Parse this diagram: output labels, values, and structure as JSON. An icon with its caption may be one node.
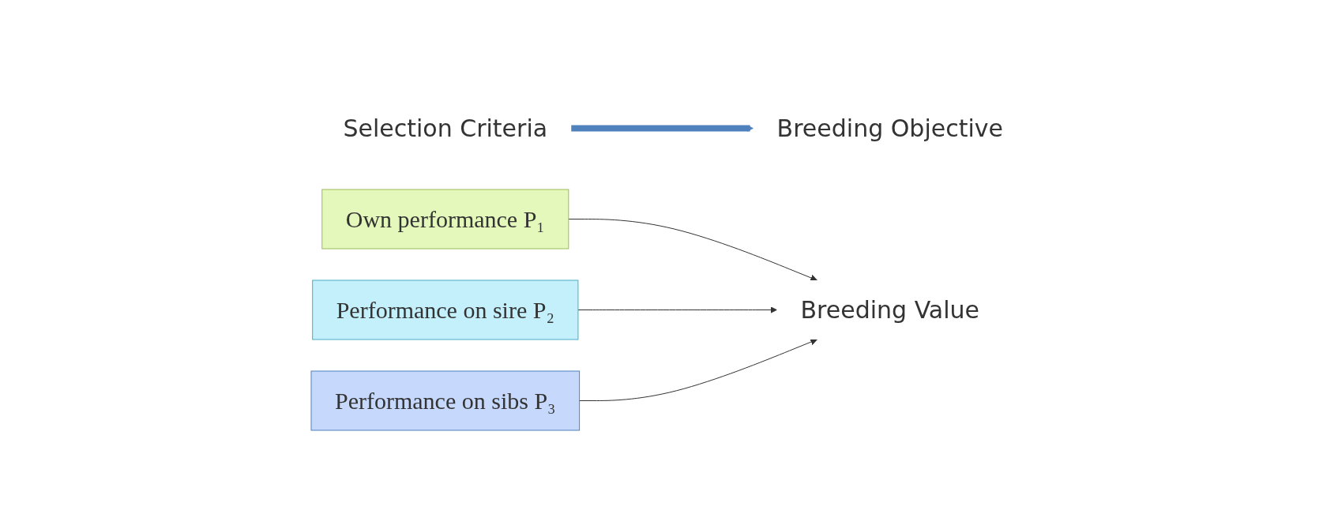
{
  "diagram": {
    "nodes": [
      {
        "text": [
          "Selection Criteria"
        ]
      },
      {
        "text": [
          "Breeding Objective"
        ]
      },
      {
        "text": [
          "Own performance  P₁"
        ]
      },
      {
        "text": [
          "Performance on sire  P₂"
        ]
      },
      {
        "text": [
          "Performance on sibs  P₃"
        ]
      },
      {
        "text": [
          "Breeding Value"
        ]
      }
    ],
    "edges": [
      {
        "from": 0,
        "to": 1,
        "arrow": "to",
        "style": "thick",
        "color": "#4f81bd"
      },
      {
        "from": 2,
        "to": 5,
        "arrow": "to"
      },
      {
        "from": 3,
        "to": 5,
        "arrow": "to"
      },
      {
        "from": 4,
        "to": 5,
        "arrow": "to"
      }
    ]
  }
}
